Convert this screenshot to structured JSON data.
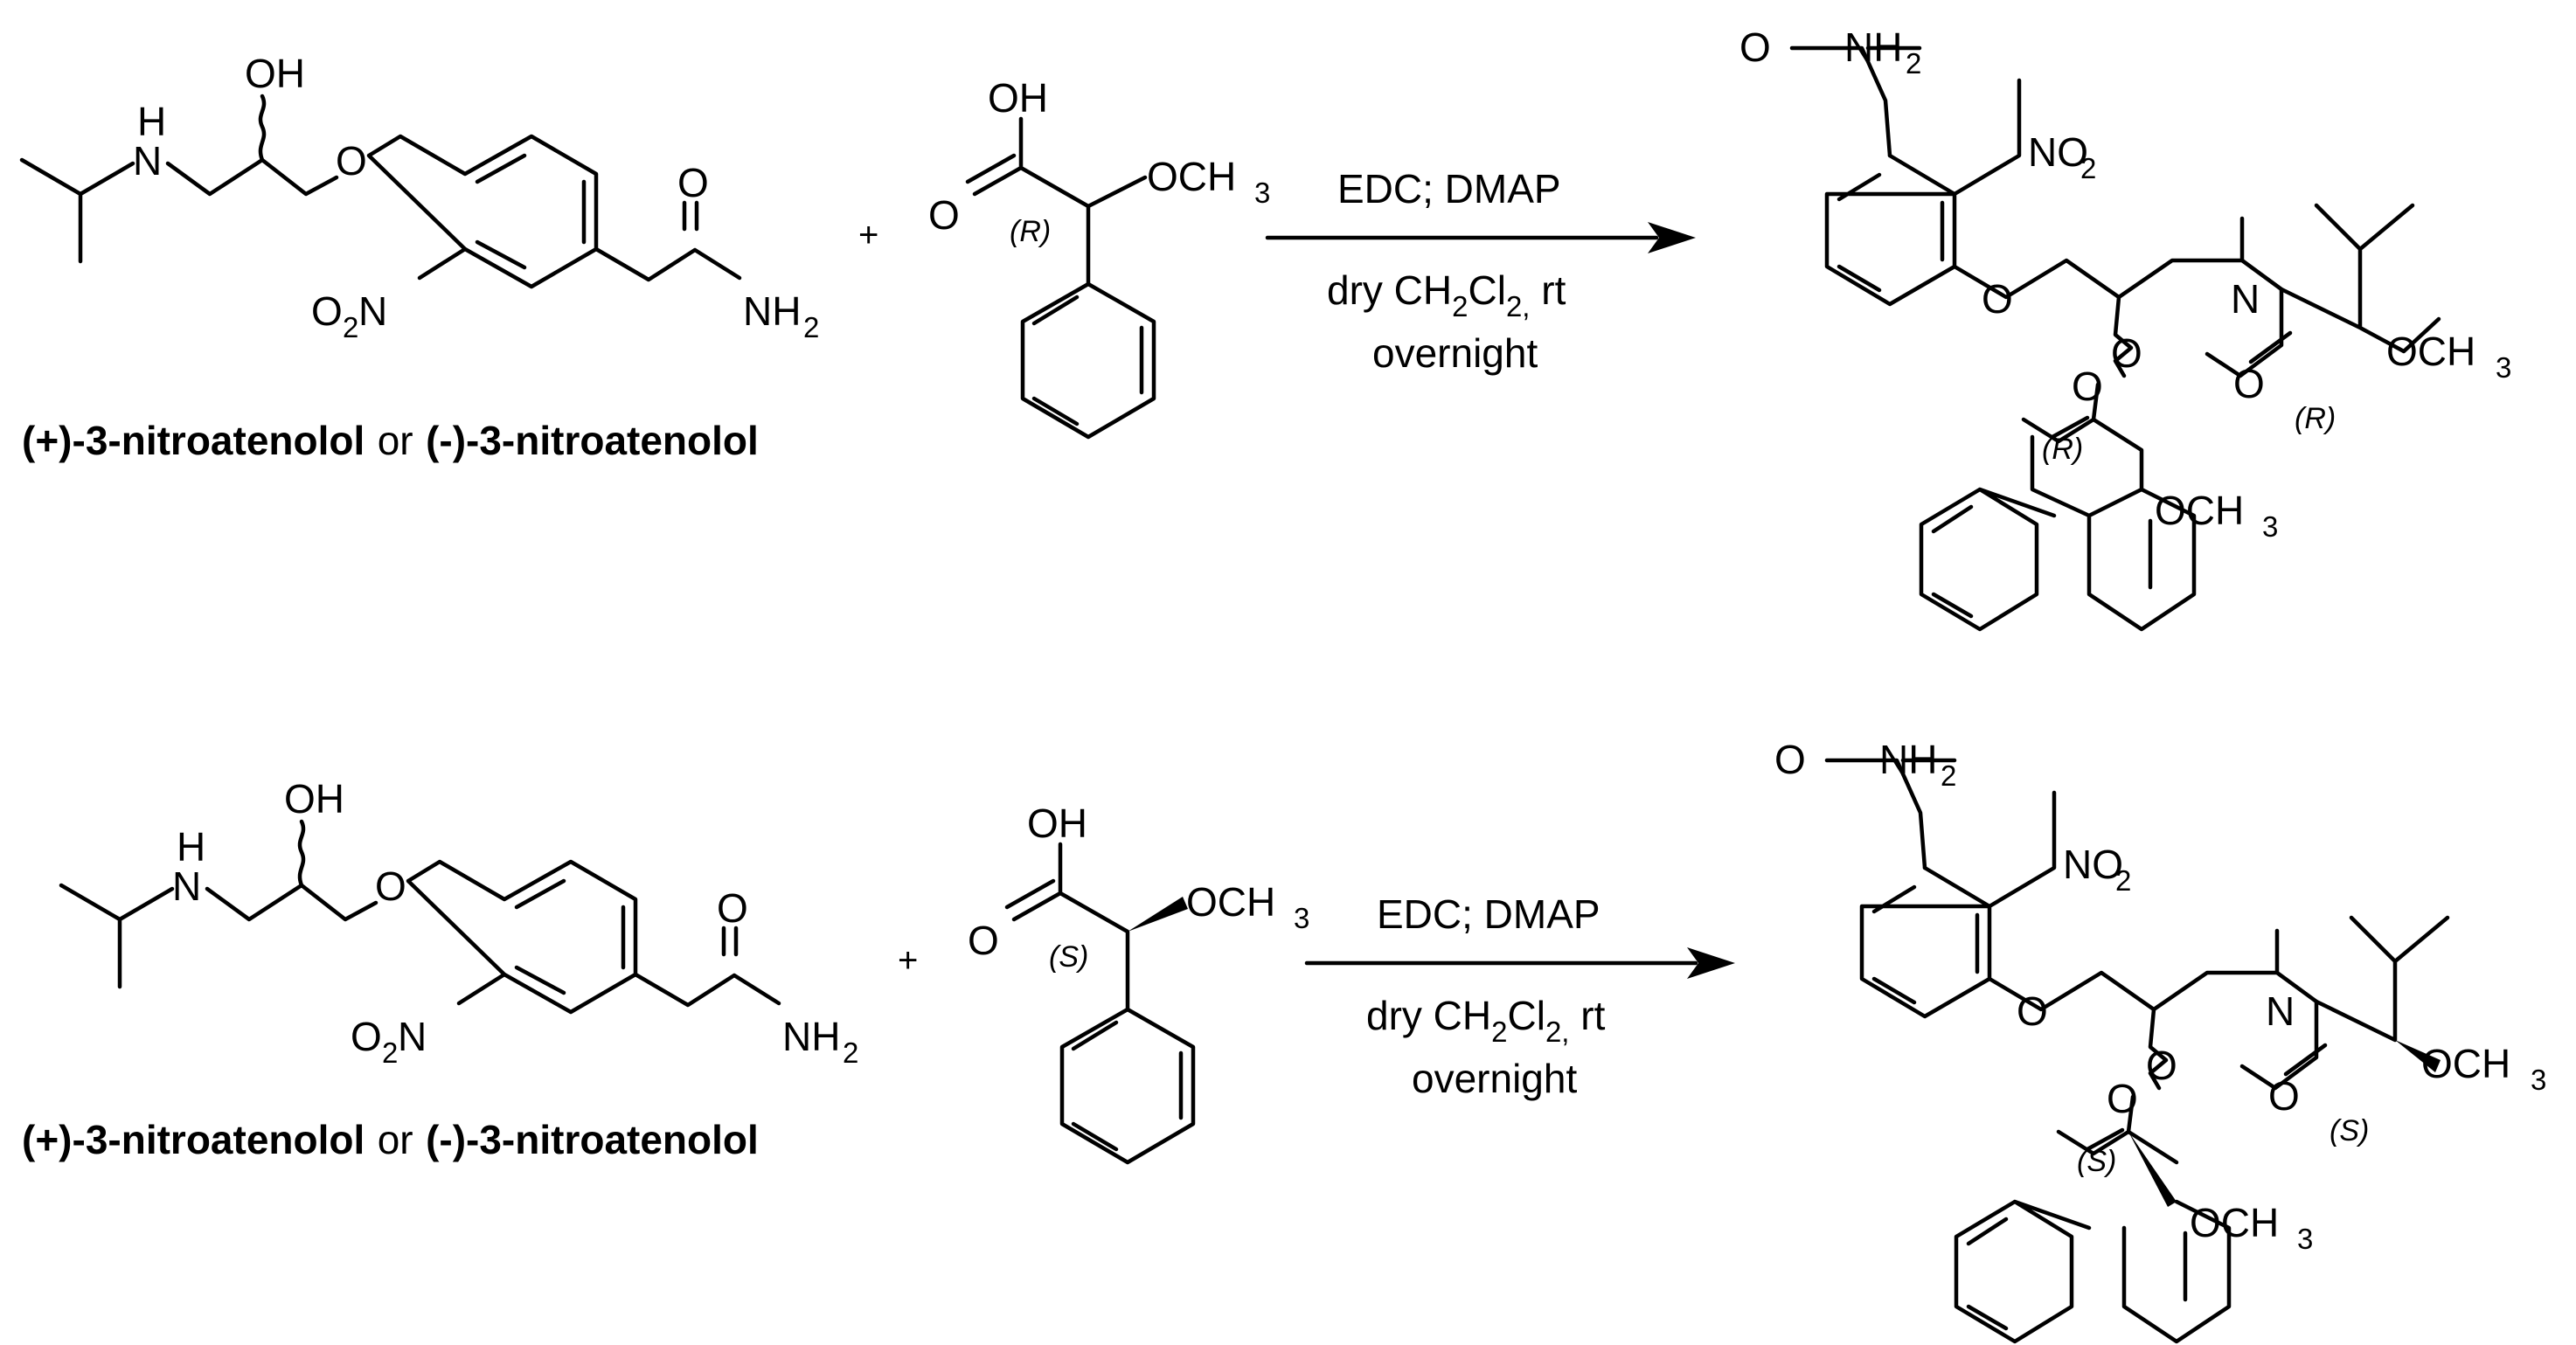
{
  "schemes": [
    {
      "reactant_caption": {
        "bold_a": "(+)-3-nitroatenolol",
        "connector": "or",
        "bold_b": "(-)-3-nitroatenolol"
      },
      "acid_stereo": "(R)",
      "conditions": {
        "line1": "EDC; DMAP",
        "line2_pre": "dry CH",
        "line2_sub1": "2",
        "line2_mid": "Cl",
        "line2_sub2": "2,",
        "line2_post": " rt",
        "line3": "overnight"
      },
      "product_stereo": {
        "ester": "(R)",
        "amide": "(R)"
      }
    },
    {
      "reactant_caption": {
        "bold_a": "(+)-3-nitroatenolol",
        "connector": "or",
        "bold_b": "(-)-3-nitroatenolol"
      },
      "acid_stereo": "(S)",
      "conditions": {
        "line1": "EDC; DMAP",
        "line2_pre": "dry CH",
        "line2_sub1": "2",
        "line2_mid": "Cl",
        "line2_sub2": "2,",
        "line2_post": " rt",
        "line3": "overnight"
      },
      "product_stereo": {
        "ester": "(S)",
        "amide": "(S)"
      }
    }
  ],
  "labels": {
    "plus": "+",
    "NH": "N",
    "H": "H",
    "OH": "OH",
    "O": "O",
    "N": "N",
    "NO2": "NO",
    "O2N_O": "O",
    "O2N_N": "N",
    "two": "2",
    "NH2": "NH",
    "OCH3": "OCH",
    "three": "3"
  }
}
